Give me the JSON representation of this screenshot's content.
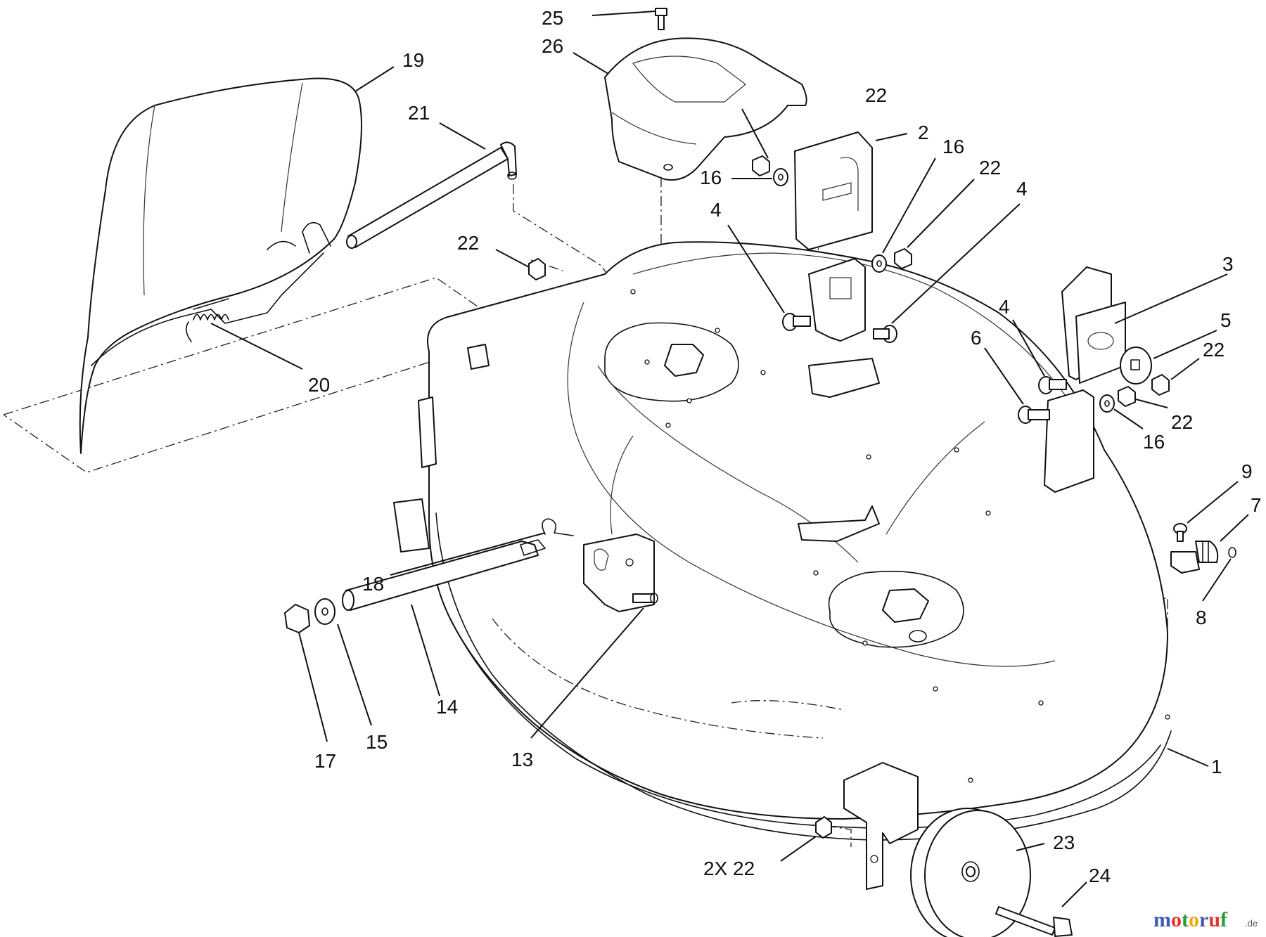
{
  "callouts": [
    {
      "id": "c25",
      "label": "25"
    },
    {
      "id": "c26",
      "label": "26"
    },
    {
      "id": "c19",
      "label": "19"
    },
    {
      "id": "c21",
      "label": "21"
    },
    {
      "id": "c22a",
      "label": "22"
    },
    {
      "id": "c2",
      "label": "2"
    },
    {
      "id": "c16a",
      "label": "16"
    },
    {
      "id": "c16b",
      "label": "16"
    },
    {
      "id": "c22b",
      "label": "22"
    },
    {
      "id": "c4a",
      "label": "4"
    },
    {
      "id": "c4b",
      "label": "4"
    },
    {
      "id": "c22c",
      "label": "22"
    },
    {
      "id": "c3",
      "label": "3"
    },
    {
      "id": "c4c",
      "label": "4"
    },
    {
      "id": "c5",
      "label": "5"
    },
    {
      "id": "c6",
      "label": "6"
    },
    {
      "id": "c22d",
      "label": "22"
    },
    {
      "id": "c22e",
      "label": "22"
    },
    {
      "id": "c16c",
      "label": "16"
    },
    {
      "id": "c20",
      "label": "20"
    },
    {
      "id": "c9",
      "label": "9"
    },
    {
      "id": "c7",
      "label": "7"
    },
    {
      "id": "c8",
      "label": "8"
    },
    {
      "id": "c18",
      "label": "18"
    },
    {
      "id": "c14",
      "label": "14"
    },
    {
      "id": "c17",
      "label": "17"
    },
    {
      "id": "c15",
      "label": "15"
    },
    {
      "id": "c13",
      "label": "13"
    },
    {
      "id": "c1",
      "label": "1"
    },
    {
      "id": "c23",
      "label": "23"
    },
    {
      "id": "c22f",
      "label": "2X  22"
    },
    {
      "id": "c24",
      "label": "24"
    }
  ],
  "watermark": {
    "letters": [
      "m",
      "o",
      "t",
      "o",
      "r",
      "u",
      "f"
    ],
    "colors": [
      "#3b5bb5",
      "#e2342b",
      "#2b9a3a",
      "#f2a900",
      "#3b5bb5",
      "#e2342b",
      "#2b9a3a"
    ],
    "suffix": ".de"
  }
}
